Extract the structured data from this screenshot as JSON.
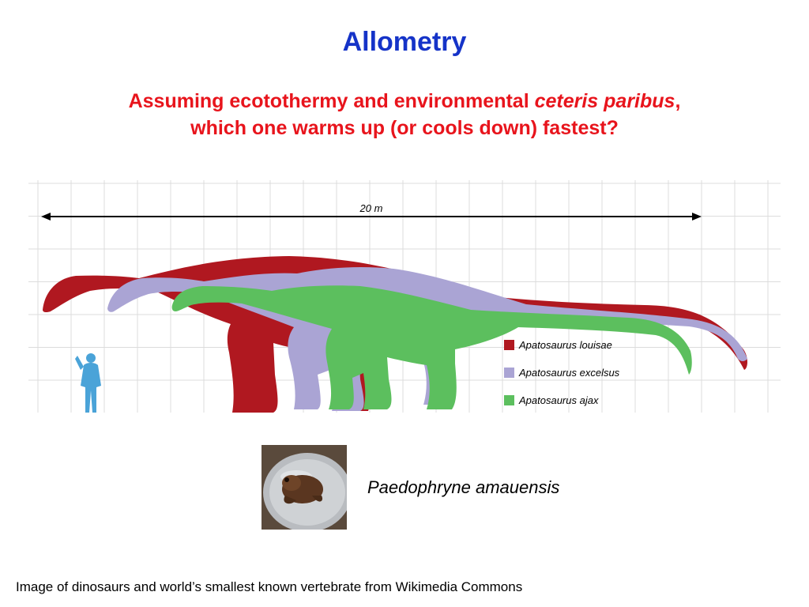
{
  "slide": {
    "title": "Allometry",
    "subtitle_line1_pre": "Assuming ecotothermy and environmental ",
    "subtitle_line1_em": "ceteris paribus",
    "subtitle_line1_post": ",",
    "subtitle_line2": "which one warms up (or cools down) fastest?",
    "caption": "Paedophryne amauensis",
    "credit": "Image of dinosaurs and world’s smallest known vertebrate from Wikimedia Commons"
  },
  "figure": {
    "scale_label": "20 m",
    "legend": [
      {
        "label": "Apatosaurus louisae",
        "color": "#b01820"
      },
      {
        "label": "Apatosaurus excelsus",
        "color": "#aaa4d4"
      },
      {
        "label": "Apatosaurus ajax",
        "color": "#5cbf5e"
      }
    ],
    "human_color": "#4aa3d8"
  },
  "colors": {
    "title": "#1533c8",
    "subtitle": "#e8141c",
    "grid": "#dcdcdc"
  },
  "icons": {
    "scale-arrow": "double-headed arrow",
    "human-figure": "silhouette"
  }
}
